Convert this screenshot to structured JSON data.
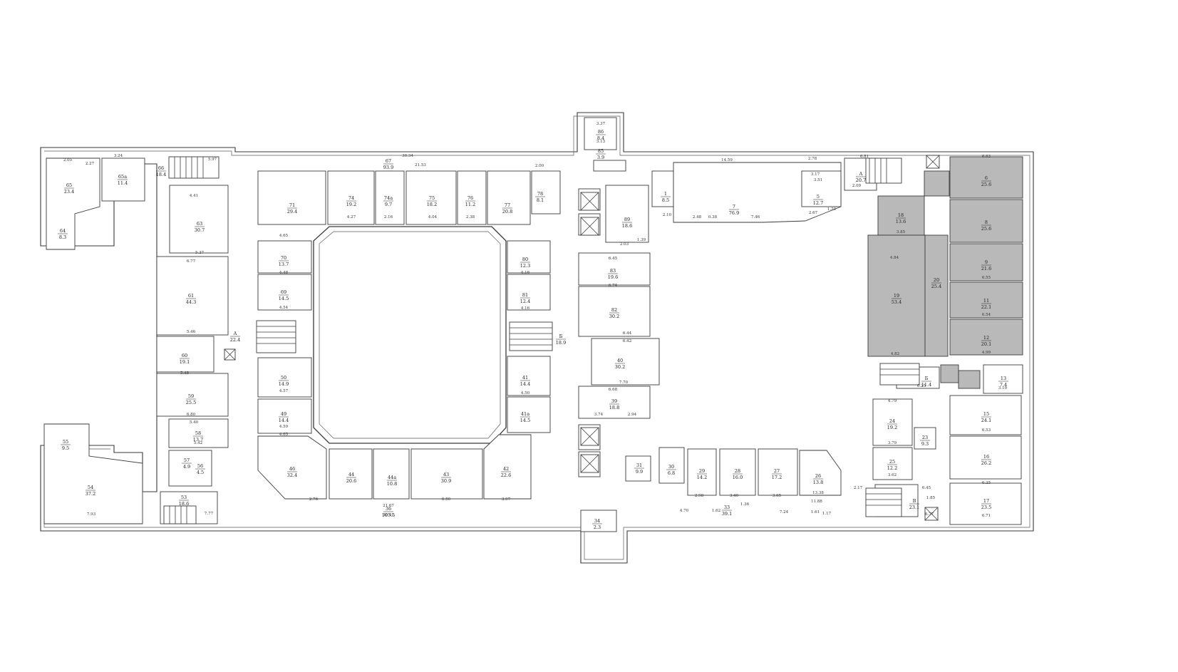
{
  "plan": {
    "rooms": [
      {
        "id": "65",
        "number": "65",
        "area": "23.4"
      },
      {
        "id": "65a",
        "number": "65a",
        "area": "11.4"
      },
      {
        "id": "64",
        "number": "64",
        "area": "8.3"
      },
      {
        "id": "66",
        "number": "66",
        "area": "18.4"
      },
      {
        "id": "63",
        "number": "63",
        "area": "30.7"
      },
      {
        "id": "61",
        "number": "61",
        "area": "44.3"
      },
      {
        "id": "60",
        "number": "60",
        "area": "19.1"
      },
      {
        "id": "59",
        "number": "59",
        "area": "25.5"
      },
      {
        "id": "58",
        "number": "58",
        "area": "13.7"
      },
      {
        "id": "57",
        "number": "57",
        "area": "4.9"
      },
      {
        "id": "56",
        "number": "56",
        "area": "4.5"
      },
      {
        "id": "55",
        "number": "55",
        "area": "9.5"
      },
      {
        "id": "54",
        "number": "54",
        "area": "37.2"
      },
      {
        "id": "53",
        "number": "53",
        "area": "18.6"
      },
      {
        "id": "67",
        "number": "67",
        "area": "93.9"
      },
      {
        "id": "71",
        "number": "71",
        "area": "29.4"
      },
      {
        "id": "74",
        "number": "74",
        "area": "19.2"
      },
      {
        "id": "74a",
        "number": "74a",
        "area": "9.7"
      },
      {
        "id": "75",
        "number": "75",
        "area": "18.2"
      },
      {
        "id": "76",
        "number": "76",
        "area": "11.2"
      },
      {
        "id": "77",
        "number": "77",
        "area": "20.8"
      },
      {
        "id": "78",
        "number": "78",
        "area": "8.1"
      },
      {
        "id": "70",
        "number": "70",
        "area": "13.7"
      },
      {
        "id": "69",
        "number": "69",
        "area": "14.5"
      },
      {
        "id": "68",
        "number": "А",
        "area": "22.4"
      },
      {
        "id": "50",
        "number": "50",
        "area": "14.9"
      },
      {
        "id": "49",
        "number": "49",
        "area": "14.4"
      },
      {
        "id": "46",
        "number": "46",
        "area": "32.4"
      },
      {
        "id": "44",
        "number": "44",
        "area": "20.6"
      },
      {
        "id": "44a",
        "number": "44а",
        "area": "10.8"
      },
      {
        "id": "43",
        "number": "43",
        "area": "30.9"
      },
      {
        "id": "42",
        "number": "42",
        "area": "22.6"
      },
      {
        "id": "36",
        "number": "36",
        "area": "105.5"
      },
      {
        "id": "80",
        "number": "80",
        "area": "12.3"
      },
      {
        "id": "81",
        "number": "81",
        "area": "12.4"
      },
      {
        "id": "41",
        "number": "41",
        "area": "14.4"
      },
      {
        "id": "41a",
        "number": "41а",
        "area": "14.5"
      },
      {
        "id": "B1",
        "number": "Б",
        "area": "18.9"
      },
      {
        "id": "86",
        "number": "86",
        "area": "8.4"
      },
      {
        "id": "85",
        "number": "85",
        "area": "3.9"
      },
      {
        "id": "89",
        "number": "89",
        "area": "18.6"
      },
      {
        "id": "83",
        "number": "83",
        "area": "19.6"
      },
      {
        "id": "82",
        "number": "82",
        "area": "30.2"
      },
      {
        "id": "40",
        "number": "40",
        "area": "30.2"
      },
      {
        "id": "39",
        "number": "39",
        "area": "18.8"
      },
      {
        "id": "31",
        "number": "31",
        "area": "9.9"
      },
      {
        "id": "30",
        "number": "30",
        "area": "6.8"
      },
      {
        "id": "34",
        "number": "34",
        "area": "2.3"
      },
      {
        "id": "33",
        "number": "33",
        "area": "39.1"
      },
      {
        "id": "1",
        "number": "1",
        "area": "8.5"
      },
      {
        "id": "7",
        "number": "7",
        "area": "76.9"
      },
      {
        "id": "5",
        "number": "5",
        "area": "12.7"
      },
      {
        "id": "29",
        "number": "29",
        "area": "14.2"
      },
      {
        "id": "28",
        "number": "28",
        "area": "16.0"
      },
      {
        "id": "27",
        "number": "27",
        "area": "17.2"
      },
      {
        "id": "26",
        "number": "26",
        "area": "13.8"
      },
      {
        "id": "A2",
        "number": "А",
        "area": "20.7"
      },
      {
        "id": "6",
        "number": "6",
        "area": "25.6"
      },
      {
        "id": "8",
        "number": "8",
        "area": "25.6"
      },
      {
        "id": "9",
        "number": "9",
        "area": "21.6"
      },
      {
        "id": "11",
        "number": "11",
        "area": "22.1"
      },
      {
        "id": "12",
        "number": "12",
        "area": "20.1"
      },
      {
        "id": "18",
        "number": "18",
        "area": "13.6"
      },
      {
        "id": "19",
        "number": "19",
        "area": "53.4"
      },
      {
        "id": "20",
        "number": "20",
        "area": "25.4"
      },
      {
        "id": "13",
        "number": "13",
        "area": "7.4"
      },
      {
        "id": "14",
        "number": "Б",
        "area": "11.4"
      },
      {
        "id": "24",
        "number": "24",
        "area": "19.2"
      },
      {
        "id": "23",
        "number": "23",
        "area": "9.3"
      },
      {
        "id": "25",
        "number": "25",
        "area": "12.2"
      },
      {
        "id": "15",
        "number": "15",
        "area": "24.1"
      },
      {
        "id": "16",
        "number": "16",
        "area": "26.2"
      },
      {
        "id": "17",
        "number": "17",
        "area": "23.5"
      },
      {
        "id": "B3",
        "number": "В",
        "area": "23.1"
      }
    ],
    "dimensions": [
      "30.34",
      "21.53",
      "2.00",
      "14.59",
      "2.78",
      "6.81",
      "6.63",
      "3.37",
      "3.13",
      "2.05",
      "2.27",
      "3.24",
      "5.97",
      "4.41",
      "5.37",
      "6.77",
      "5.46",
      "5.48",
      "6.80",
      "5.40",
      "5.42",
      "7.93",
      "30.41",
      "21.67",
      "7.77",
      "4.27",
      "2.16",
      "4.04",
      "2.38",
      "4.65",
      "4.48",
      "4.54",
      "4.57",
      "4.59",
      "4.65",
      "6.50",
      "3.97",
      "2.76",
      "4.16",
      "4.16",
      "4.50",
      "6.45",
      "6.74",
      "6.44",
      "6.42",
      "7.70",
      "6.68",
      "3.74",
      "2.94",
      "7.46",
      "2.48",
      "0.38",
      "1.39",
      "2.03",
      "2.10",
      "3.51",
      "3.17",
      "2.67",
      "2.09",
      "1.20",
      "2.98",
      "3.40",
      "1.36",
      "3.65",
      "13.38",
      "11.88",
      "4.70",
      "1.62",
      "7.24",
      "1.61",
      "1.17",
      "6.25",
      "4.79",
      "3.79",
      "3.62",
      "6.53",
      "6.35",
      "6.71",
      "6.77",
      "6.45",
      "1.85",
      "4.84",
      "4.82",
      "4.99",
      "6.54",
      "6.55",
      "3.85",
      "3.10",
      "2.17"
    ]
  }
}
